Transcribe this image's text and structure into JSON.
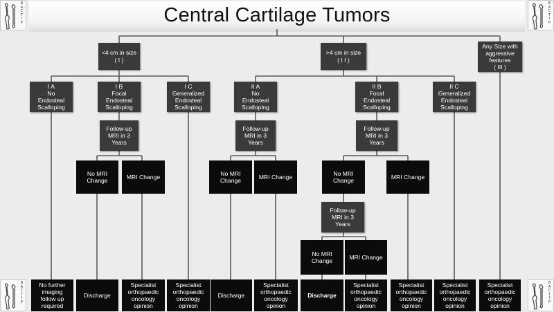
{
  "title": "Central Cartilage Tumors",
  "logo": {
    "text": "BACTIP"
  },
  "colors": {
    "background": "#ececec",
    "box_gray": "#3a3a3a",
    "box_black": "#0b0b0b",
    "connector": "#5a5a5a",
    "text": "#ffffff"
  },
  "nodes": {
    "size_small": "<4 cm in size\n( I )",
    "size_large": ">4 cm in size\n( I I )",
    "aggressive": "Any Size with\naggressive\nfeatures\n( III )",
    "ia": "I A\nNo\nEndosteal\nScalloping",
    "ib": "I B\nFocal\nEndosteal\nScalloping",
    "ic": "I C\nGeneralized\nEndosteal\nScalloping",
    "iia": "II A\nNo\nEndosteal\nScalloping",
    "iib": "II B\nFocal\nEndosteal\nScalloping",
    "iic": "II C\nGeneralized\nEndosteal\nScalloping",
    "fu_ib": "Follow-up\nMRI in 3\nYears",
    "fu_iia": "Follow-up\nMRI in 3\nYears",
    "fu_iib": "Follow-up\nMRI in 3\nYears",
    "fu_iib2": "Follow-up\nMRI in 3\nYears",
    "ib_nochange": "No MRI\nChange",
    "ib_change": "MRI Change",
    "iia_nochange": "No MRI\nChange",
    "iia_change": "MRI Change",
    "iib_nochange": "No MRI\nChange",
    "iib_change": "MRI Change",
    "iib2_nochange": "No MRI\nChange",
    "iib2_change": "MRI Change"
  },
  "outcomes": [
    "No further\nimaging\nfollow up\nrequired",
    "Discharge",
    "Specialist\northopaedic\noncology\nopinion",
    "Specialist\northopaedic\noncology\nopinion",
    "Discharge",
    "Specialist\northopaedic\noncology\nopinion",
    "Discharge",
    "Specialist\northopaedic\noncology\nopinion",
    "Specialist\northopaedic\noncology\nopinion",
    "Specialist\northopaedic\noncology\nopinion",
    "Specialist\northopaedic\noncology\nopinion"
  ]
}
